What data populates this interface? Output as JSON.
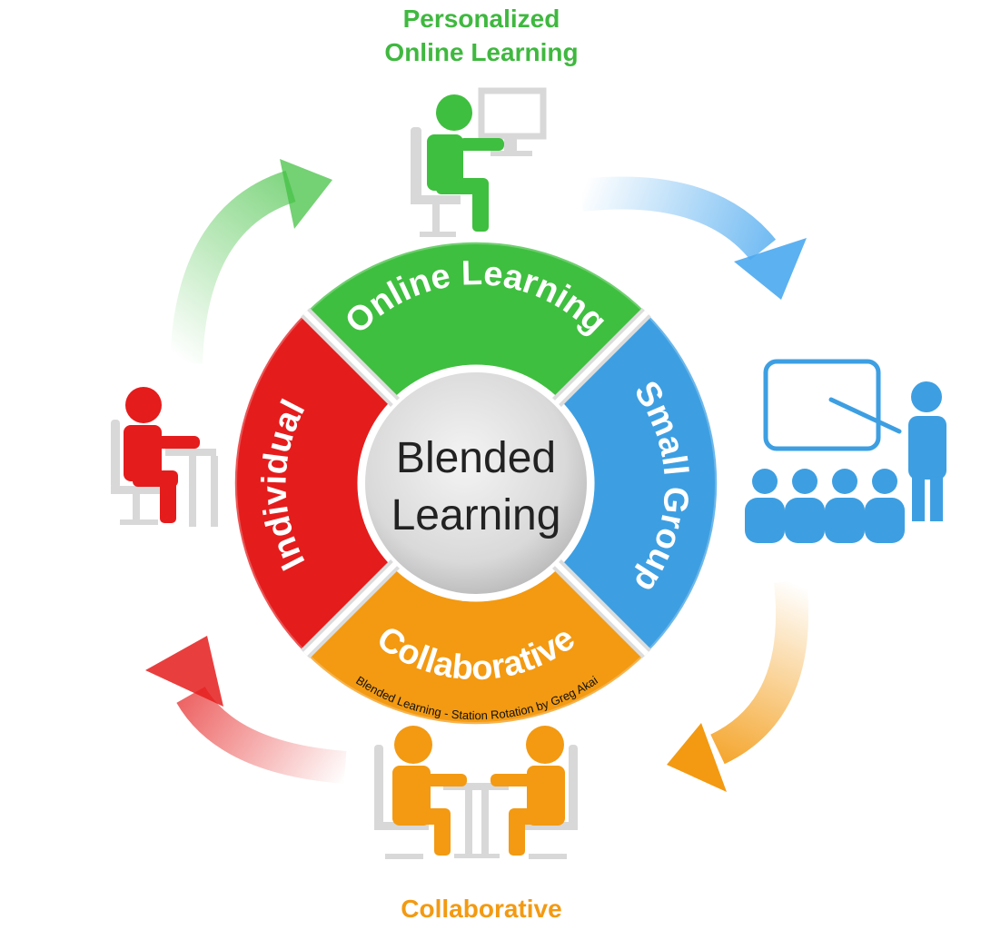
{
  "labels": {
    "top_line1": "Personalized",
    "top_line2": "Online Learning",
    "bottom": "Collaborative"
  },
  "center": {
    "line1": "Blended",
    "line2": "Learning"
  },
  "ring": {
    "top": "Online Learning",
    "right": "Small Group",
    "bottom": "Collaborative",
    "left": "Individual"
  },
  "credit": "Blended Learning  - Station Rotation by Greg Akai",
  "colors": {
    "green": "#3fbf3f",
    "blue": "#3d9fe2",
    "orange": "#f39a12",
    "red": "#e51c1c",
    "center_gray": "#d8d8d8",
    "divider": "#e3e3e3"
  },
  "icons": [
    "computer-learner-icon",
    "teacher-small-group-icon",
    "collaborative-pair-icon",
    "individual-learner-icon"
  ]
}
